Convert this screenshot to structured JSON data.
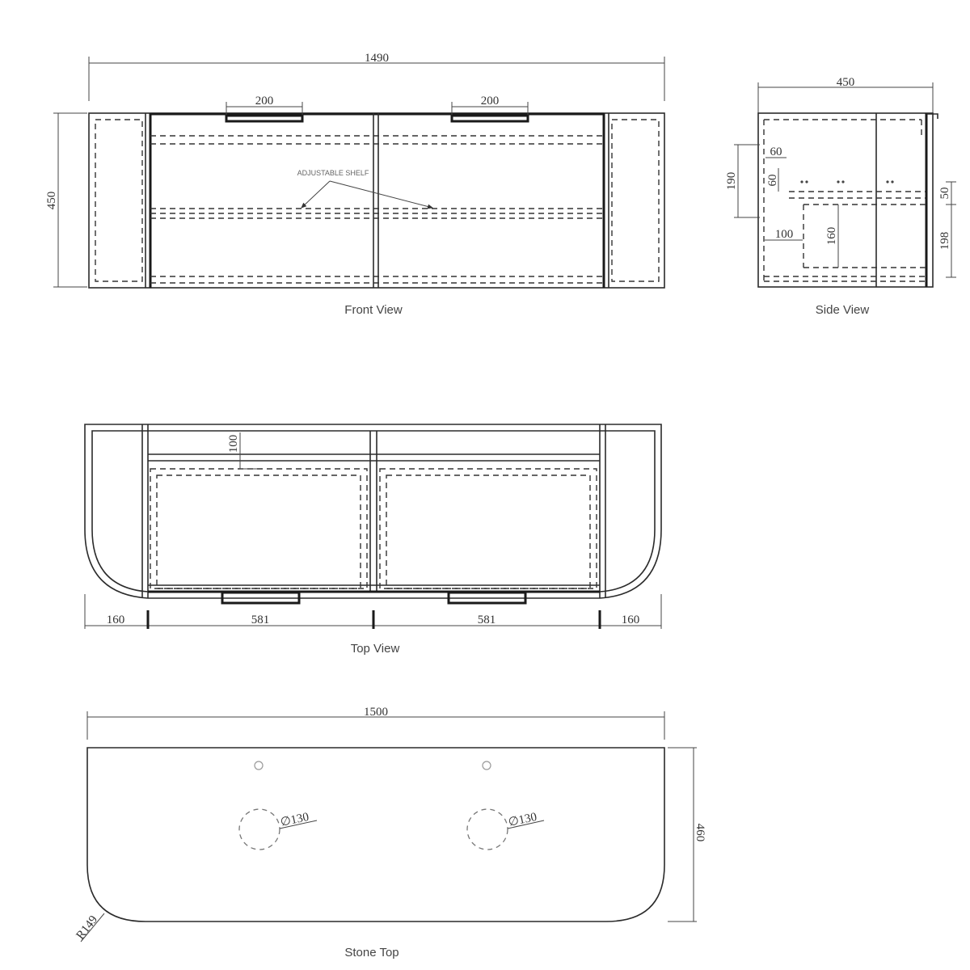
{
  "views": {
    "front": {
      "label": "Front View",
      "width_dim": "1490",
      "height_dim": "450",
      "handle_left_dim": "200",
      "handle_right_dim": "200",
      "note": "ADJUSTABLE SHELF"
    },
    "side": {
      "label": "Side View",
      "depth_dim": "450",
      "dims": {
        "d190": "190",
        "d60h": "60",
        "d60v": "60",
        "d100": "100",
        "d160": "160",
        "d50": "50",
        "d198": "198"
      }
    },
    "top": {
      "label": "Top View",
      "dim_100": "100",
      "bottom_dims": [
        "160",
        "581",
        "581",
        "160"
      ]
    },
    "stone_top": {
      "label": "Stone Top",
      "width_dim": "1500",
      "depth_dim": "460",
      "waste_dim_left": "∅130",
      "waste_dim_right": "∅130",
      "radius_dim": "R149"
    }
  },
  "colors": {
    "line": "#2b2b2b",
    "text": "#333333",
    "background": "#ffffff"
  }
}
